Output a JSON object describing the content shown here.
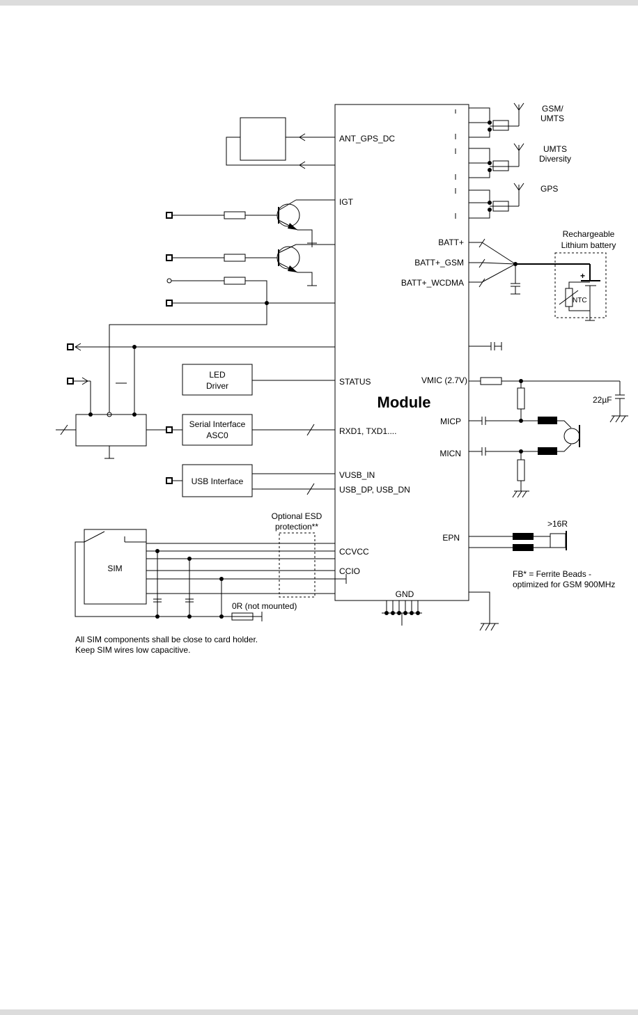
{
  "module": {
    "title": "Module"
  },
  "pins": {
    "ant_gps_dc": "ANT_GPS_DC",
    "igt": "IGT",
    "status": "STATUS",
    "rxd": "RXD1, TXD1....",
    "vusb_in": "VUSB_IN",
    "usb_dp_dn": "USB_DP, USB_DN",
    "ccvcc": "CCVCC",
    "ccio": "CCIO",
    "gnd": "GND",
    "batt_plus": "BATT+",
    "batt_gsm": "BATT+_GSM",
    "batt_wcdma": "BATT+_WCDMA",
    "vmic": "VMIC (2.7V)",
    "micp": "MICP",
    "micn": "MICN",
    "epn": "EPN"
  },
  "antennas": {
    "gsm_line1": "GSM/",
    "gsm_line2": "UMTS",
    "umts_line1": "UMTS",
    "umts_line2": "Diversity",
    "gps": "GPS"
  },
  "blocks": {
    "led_line1": "LED",
    "led_line2": "Driver",
    "serial_line1": "Serial Interface",
    "serial_line2": "ASC0",
    "usb": "USB Interface",
    "sim": "SIM"
  },
  "battery": {
    "line1": "Rechargeable",
    "line2": "Lithium battery",
    "plus": "+",
    "ntc": "NTC"
  },
  "labels": {
    "cap_22uf": "22µF",
    "esd_line1": "Optional ESD",
    "esd_line2": "protection**",
    "zero_ohm": "0R (not mounted)",
    "speaker": ">16R",
    "fb_line1": "FB* = Ferrite Beads -",
    "fb_line2": "optimized for GSM 900MHz"
  },
  "notes": {
    "line1": "All SIM components shall be close to card holder.",
    "line2": "Keep SIM wires low capacitive."
  }
}
